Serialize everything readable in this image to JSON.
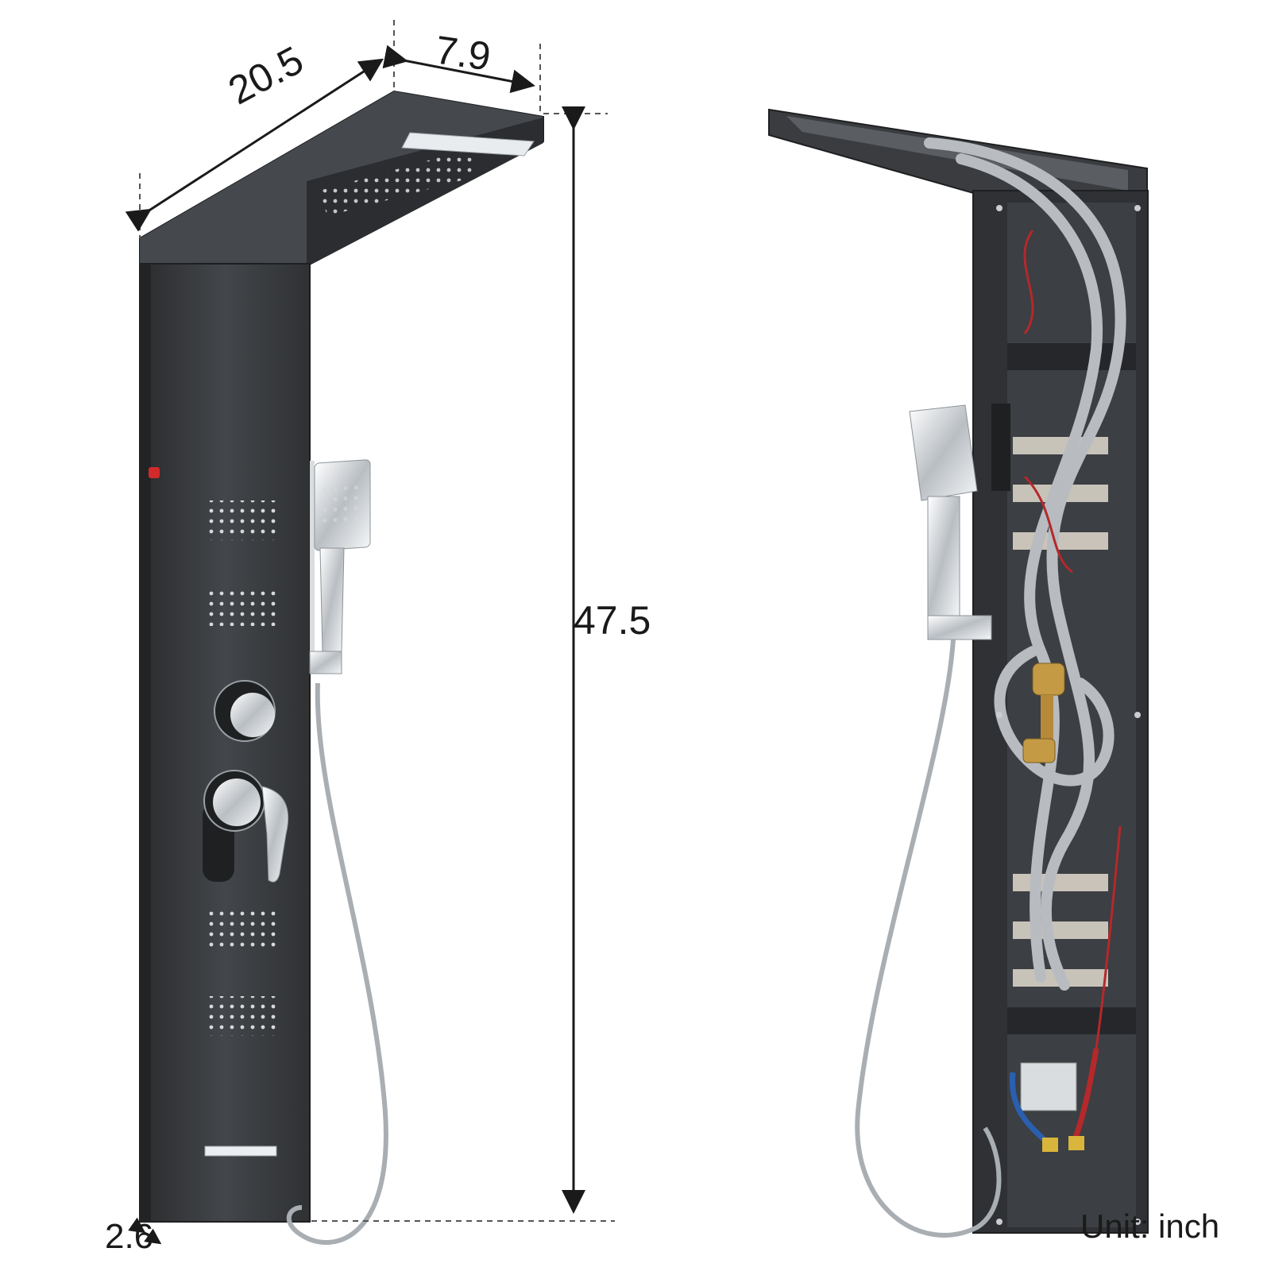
{
  "dimensions": {
    "width": "20.5",
    "depth": "7.9",
    "height": "47.5",
    "thickness": "2.6"
  },
  "unit_label": "Unit: inch",
  "colors": {
    "panel": "#3b3d3f",
    "panel_dark": "#2a2b2d",
    "chrome": "#d9dde0",
    "hose": "#b8bcc0",
    "brass": "#c59a45",
    "dimension_line": "#1a1a1a"
  },
  "icons": {
    "front_view": "shower-panel-front",
    "back_view": "shower-panel-back-open"
  }
}
